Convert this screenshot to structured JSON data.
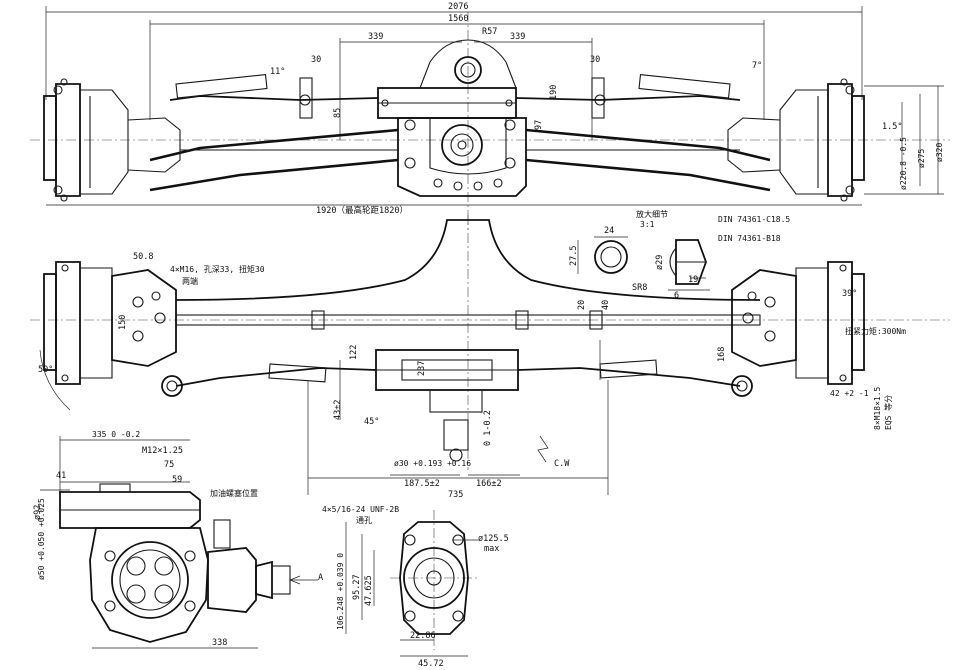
{
  "dimensions": {
    "top": {
      "overall_width": "2076",
      "kingpin_span": "1560",
      "offset_left": "339",
      "offset_right": "339",
      "radius": "R57",
      "arm_left": "30",
      "arm_right": "30",
      "angle_left": "11°",
      "angle_right": "7°",
      "height_85": "85",
      "height_190": "190",
      "height_97": "97",
      "camber": "1.5°",
      "dia_220": "ø220.8 -0.5",
      "dia_275": "ø275",
      "dia_320": "ø320",
      "track": "1920（最高轮距1820）"
    },
    "middle": {
      "d_50_8": "50.8",
      "bolt_note": "4×M16, 孔深33, 扭矩30",
      "bolt_note2": "两端",
      "d_150": "150",
      "angle_50": "50°",
      "angle_39": "39°",
      "d_20": "20",
      "d_40": "40",
      "d_122": "122",
      "d_237": "237",
      "d_168": "168",
      "d_43": "43±2",
      "angle_45": "45°",
      "d_01": "0  1-0.2",
      "shaft_dia": "ø30 +0.193 +0.16",
      "d_187": "187.5±2",
      "d_166": "166±2",
      "d_735": "735",
      "cw": "C.W",
      "torque": "扭紧力矩:300Nm",
      "d_42": "42 +2 -1",
      "thread": "8×M18×1.5",
      "eqs": "EQS  等分"
    },
    "detail": {
      "title": "放大细节",
      "scale": "3:1",
      "din1": "DIN 74361-C18.5",
      "din2": "DIN 74361-B18",
      "d_24": "24",
      "d_27": "27.5",
      "d_29": "ø29",
      "d_19": "19",
      "d_6": "6",
      "sr8": "SR8"
    },
    "bottom_left": {
      "d_335": "335 0 -0.2",
      "m12": "M12×1.25",
      "d_75": "75",
      "d_41": "41",
      "d_59": "59",
      "label_fill": "加油螺塞位置",
      "d_92": "ø92",
      "d_50": "ø50 +0.050 +0.025",
      "d_338": "338",
      "view_a": "A"
    },
    "bottom_right": {
      "note_bolts": "4×5/16-24 UNF-2B",
      "note_hole": "通孔",
      "d_125": "ø125.5",
      "d_max": "max",
      "d_106": "106.248 +0.039 0",
      "d_95": "95.27",
      "d_47": "47.625",
      "d_22": "22.86",
      "d_45": "45.72"
    }
  },
  "colors": {
    "line": "#1a1a1a",
    "background": "#ffffff"
  }
}
